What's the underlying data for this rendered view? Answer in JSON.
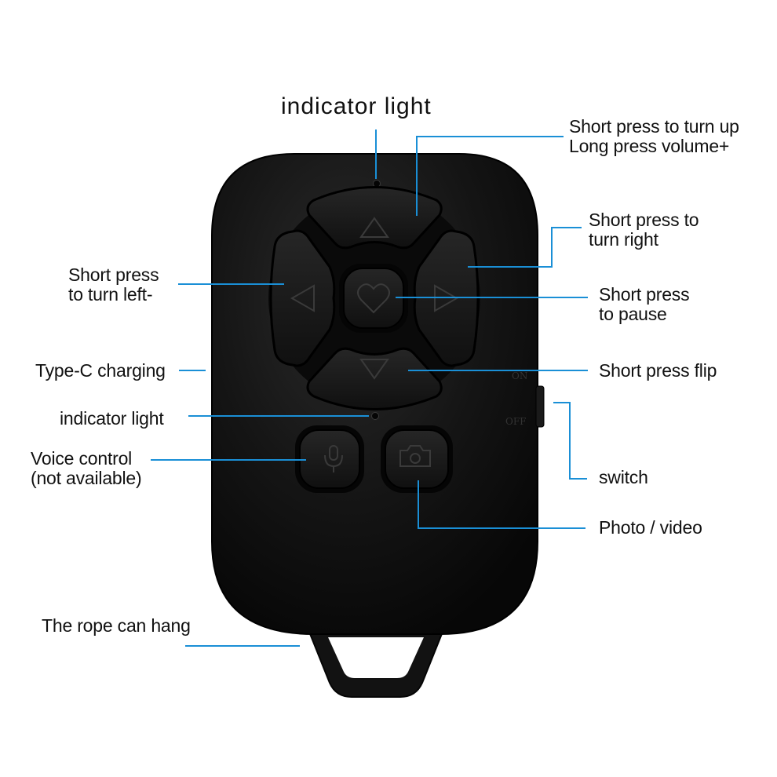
{
  "labels": {
    "indicator_top": "indicator light",
    "volume_up": [
      "Short press to turn up",
      "Long press volume+"
    ],
    "turn_right": [
      "Short press to",
      "turn right"
    ],
    "turn_left": [
      "Short press",
      "to turn left-"
    ],
    "pause": [
      "Short press",
      "to pause"
    ],
    "type_c": "Type-C charging",
    "flip": "Short press flip",
    "indicator_bottom": "indicator light",
    "voice": [
      "Voice control",
      "(not available)"
    ],
    "switch": "switch",
    "photo": "Photo / video",
    "rope": "The rope can hang"
  },
  "switch_marks": {
    "on": "ON",
    "off": "OFF"
  },
  "colors": {
    "leader_line": "#1a8fd6",
    "device_body": "#141414",
    "button_face": "#1c1c1c",
    "icon_stroke": "#3a3a3a"
  }
}
